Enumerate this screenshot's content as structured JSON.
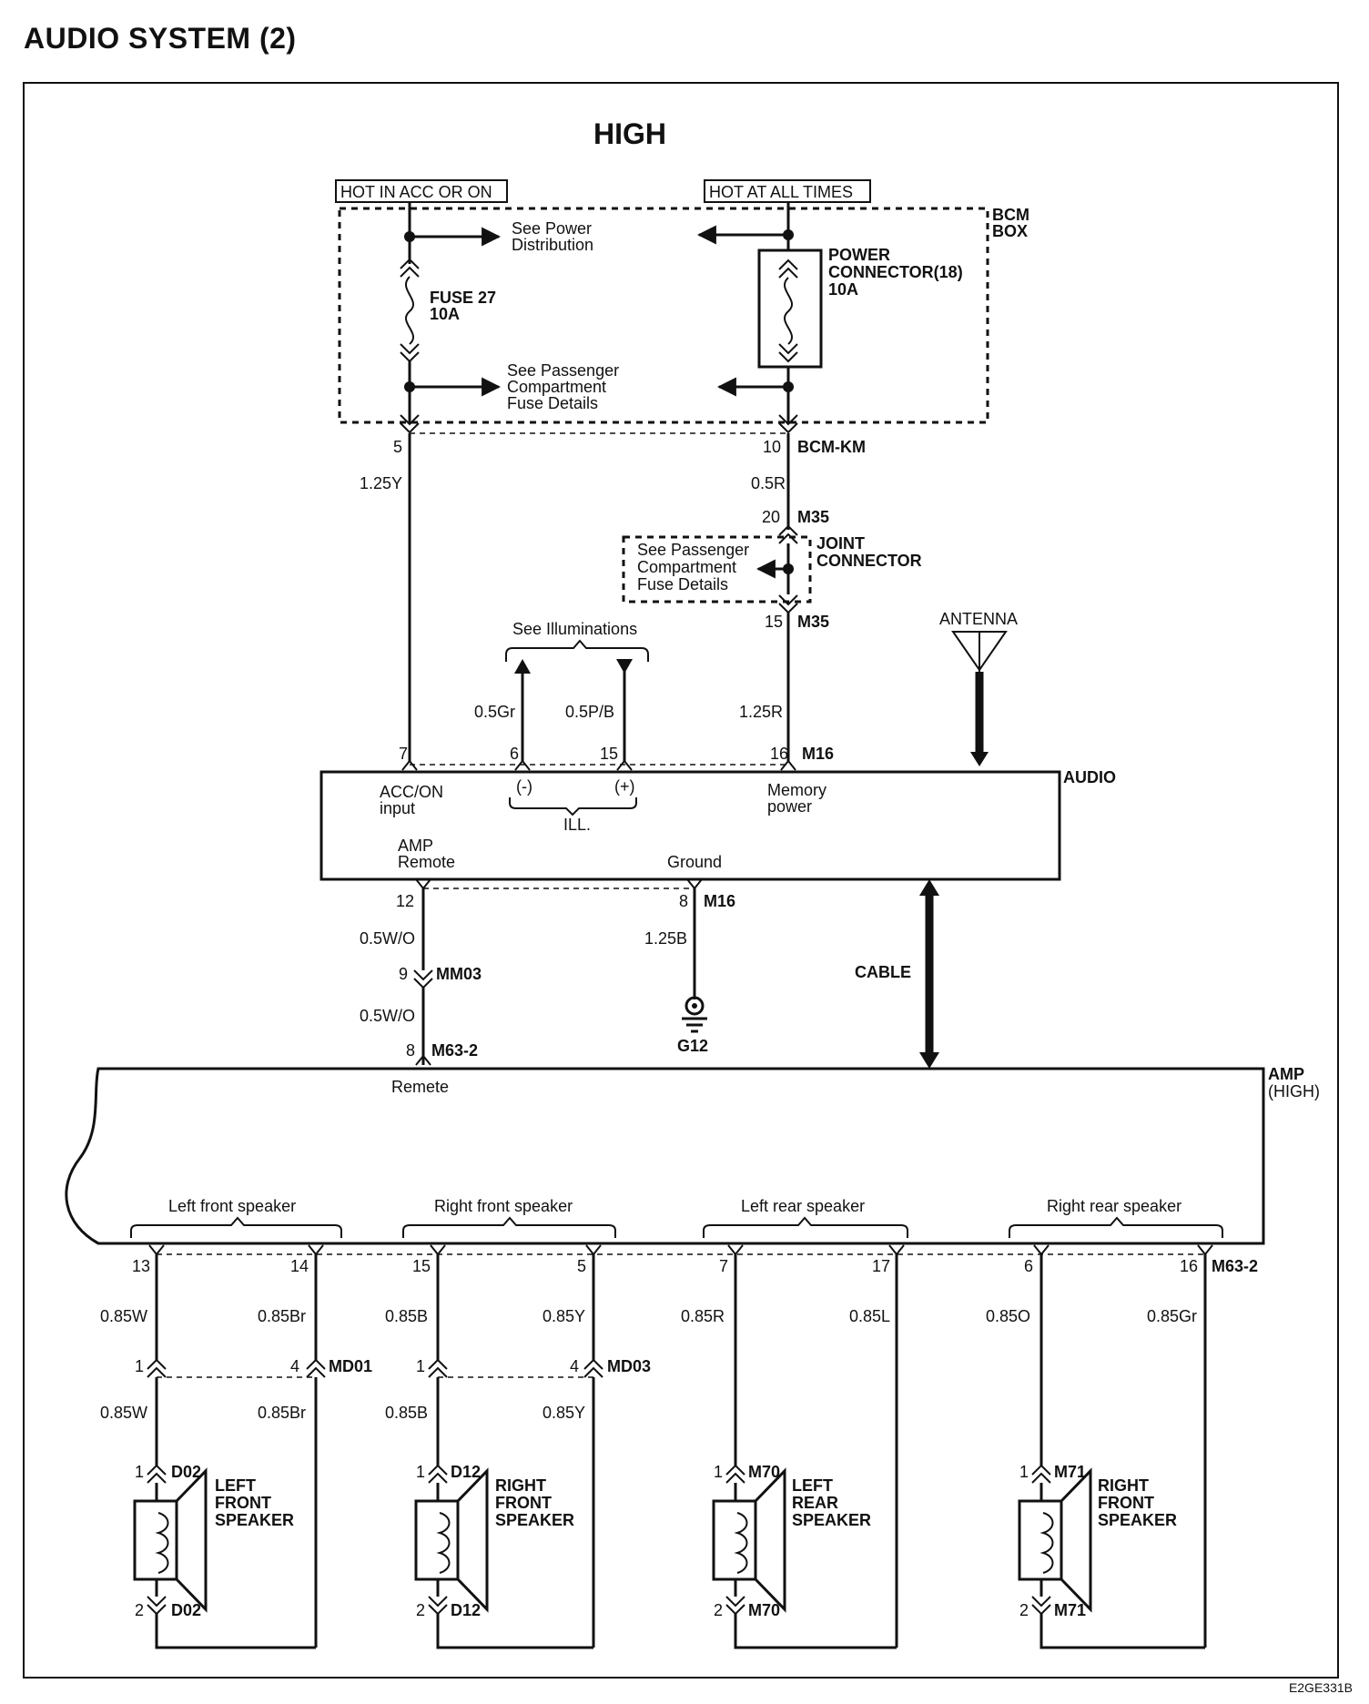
{
  "title": "AUDIO SYSTEM (2)",
  "doc_id": "E2GE331B",
  "variant": "HIGH",
  "sources": {
    "acc_on": "HOT IN ACC OR ON",
    "always": "HOT AT ALL TIMES"
  },
  "bcm": {
    "line1": "BCM",
    "line2": "BOX",
    "connector": "BCM-KM"
  },
  "notes": {
    "power_dist_1": "See Power",
    "power_dist_2": "Distribution",
    "pass_1": "See Passenger",
    "pass_2": "Compartment",
    "pass_3": "Fuse Details",
    "illum": "See Illuminations"
  },
  "fuse27": {
    "name": "FUSE 27",
    "rating": "10A"
  },
  "power_conn": {
    "name1": "POWER",
    "name2": "CONNECTOR(18)",
    "rating": "10A"
  },
  "joint": {
    "line1": "JOINT",
    "line2": "CONNECTOR"
  },
  "wires": {
    "acc": "1.25Y",
    "bcm_out": "0.5R",
    "mem": "1.25R",
    "ill_minus": "0.5Gr",
    "ill_plus": "0.5P/B",
    "amp_remote": "0.5W/O",
    "amp_remote2": "0.5W/O",
    "ground": "1.25B"
  },
  "pins": {
    "bcm_acc": "5",
    "bcm_mem": "10",
    "m35_in": "20",
    "m35_out": "15",
    "audio_acc": "7",
    "audio_ill_minus": "6",
    "audio_ill_plus": "15",
    "audio_mem": "16",
    "audio_remote": "12",
    "audio_ground": "8",
    "mm03": "9",
    "m63_remote": "8"
  },
  "connectors": {
    "m35": "M35",
    "m16": "M16",
    "mm03": "MM03",
    "m63": "M63-2",
    "g12": "G12"
  },
  "antenna": "ANTENNA",
  "cable": "CABLE",
  "audio": {
    "name": "AUDIO",
    "acc1": "ACC/ON",
    "acc2": "input",
    "minus": "(-)",
    "plus": "(+)",
    "ill": "ILL.",
    "mem1": "Memory",
    "mem2": "power",
    "amp1": "AMP",
    "amp2": "Remote",
    "gnd": "Ground"
  },
  "amp": {
    "name": "AMP",
    "variant": "(HIGH)",
    "remote": "Remete"
  },
  "speaker_groups": [
    {
      "label": "Left front speaker",
      "pin_a": "13",
      "pin_b": "14",
      "wire_a": "0.85W",
      "wire_b": "0.85Br",
      "inline": "MD01",
      "inline_a": "1",
      "inline_b": "4",
      "wire_a2": "0.85W",
      "wire_b2": "0.85Br",
      "spk_conn": "D02",
      "spk_pin1": "1",
      "spk_pin2": "2",
      "name1": "LEFT",
      "name2": "FRONT",
      "name3": "SPEAKER"
    },
    {
      "label": "Right front speaker",
      "pin_a": "15",
      "pin_b": "5",
      "wire_a": "0.85B",
      "wire_b": "0.85Y",
      "inline": "MD03",
      "inline_a": "1",
      "inline_b": "4",
      "wire_a2": "0.85B",
      "wire_b2": "0.85Y",
      "spk_conn": "D12",
      "spk_pin1": "1",
      "spk_pin2": "2",
      "name1": "RIGHT",
      "name2": "FRONT",
      "name3": "SPEAKER"
    },
    {
      "label": "Left rear speaker",
      "pin_a": "7",
      "pin_b": "17",
      "wire_a": "0.85R",
      "wire_b": "0.85L",
      "spk_conn": "M70",
      "spk_pin1": "1",
      "spk_pin2": "2",
      "name1": "LEFT",
      "name2": "REAR",
      "name3": "SPEAKER"
    },
    {
      "label": "Right rear speaker",
      "pin_a": "6",
      "pin_b": "16",
      "wire_a": "0.85O",
      "wire_b": "0.85Gr",
      "spk_conn": "M71",
      "spk_pin1": "1",
      "spk_pin2": "2",
      "name1": "RIGHT",
      "name2": "FRONT",
      "name3": "SPEAKER"
    }
  ]
}
